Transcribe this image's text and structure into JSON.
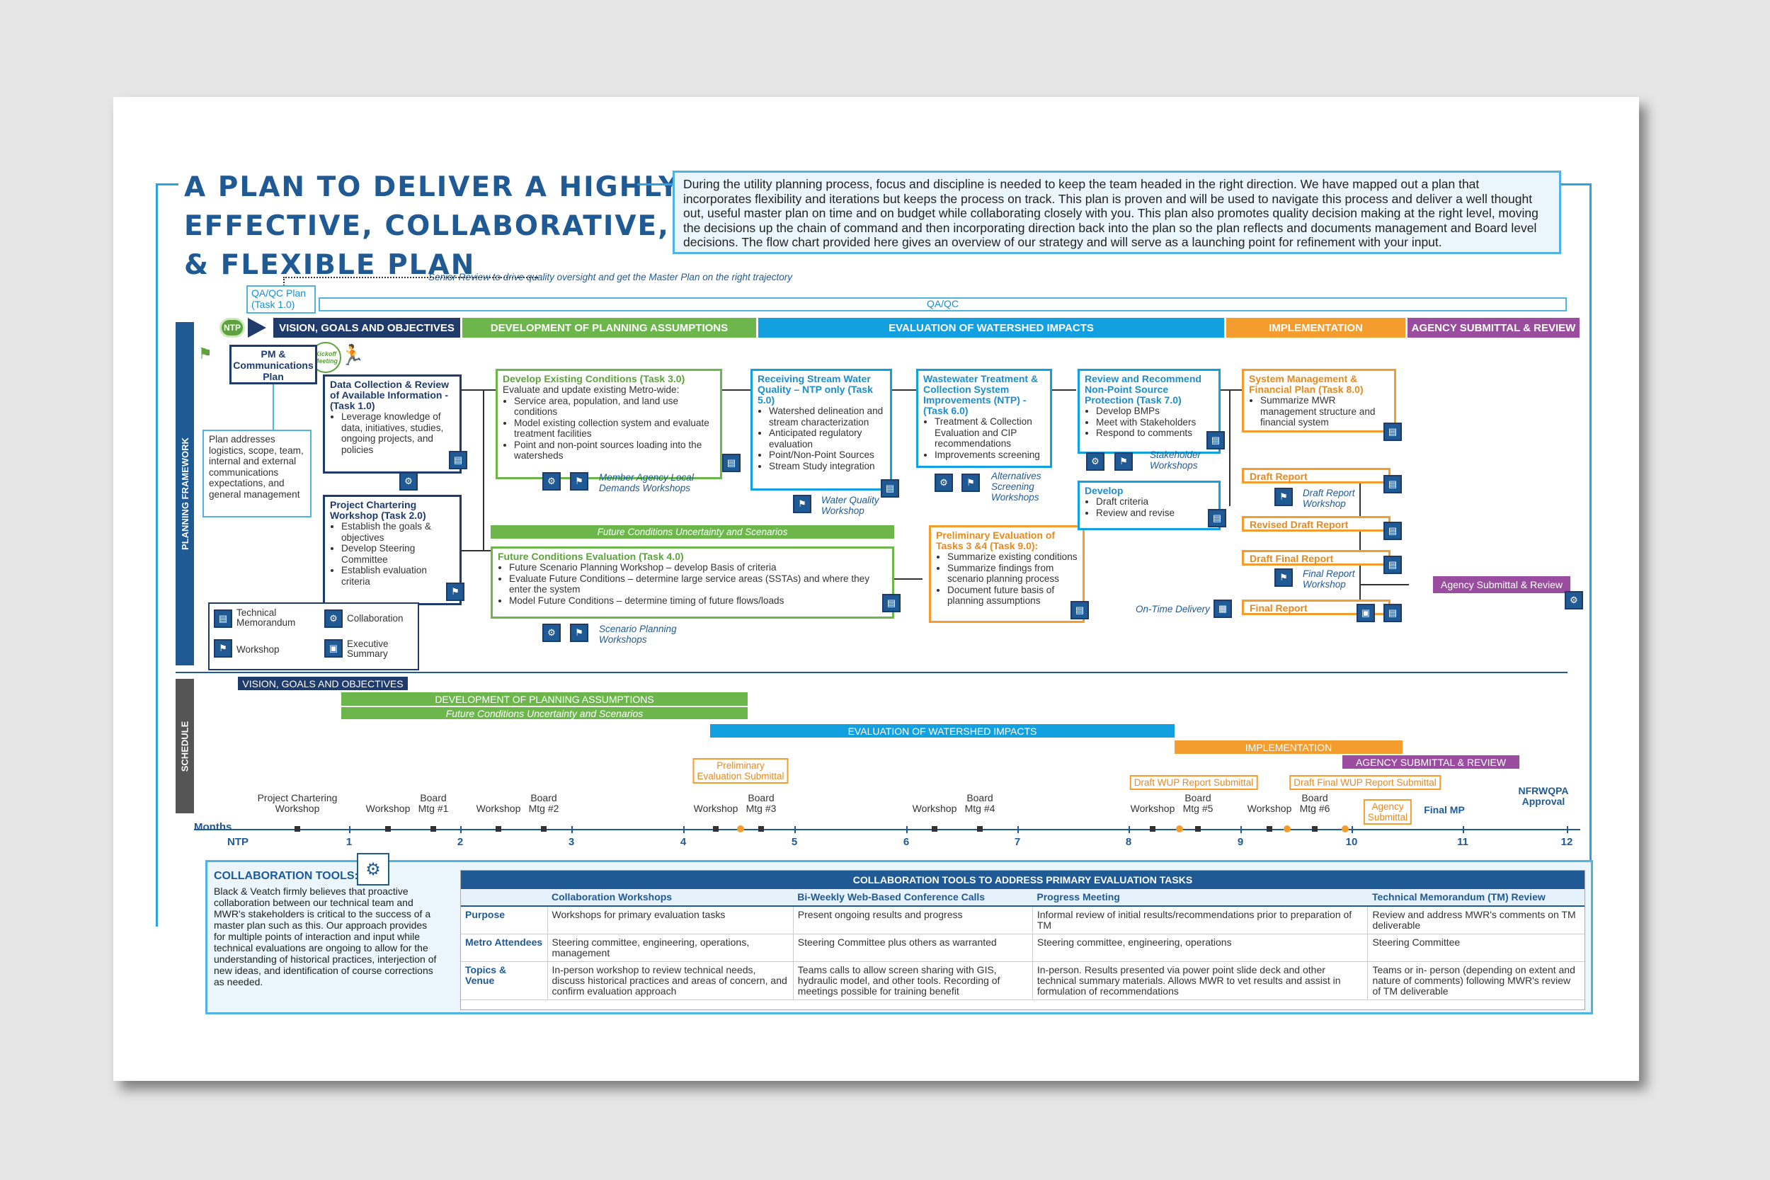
{
  "title": "A PLAN TO DELIVER A HIGHLY\nEFFECTIVE, COLLABORATIVE,\n& FLEXIBLE PLAN",
  "intro": "During the utility planning process, focus and discipline is needed to keep the team headed in the right direction. We have mapped out a plan that incorporates flexibility and iterations but keeps the process on track. This plan is proven and will be used to navigate this process and deliver a well thought out, useful master plan on time and on budget while collaborating closely with you. This plan also promotes quality decision making at the right level, moving the decisions up the chain of command and then incorporating direction back into the plan so the plan reflects and documents management and Board level decisions. The flow chart provided here gives an overview of our strategy and will serve as a launching point for refinement with your input.",
  "senior_review": "Senior Review to drive quality oversight and get the Master Plan on the right trajectory",
  "qaqc_plan": "QA/QC Plan\n(Task 1.0)",
  "qaqc_band": "QA/QC",
  "ntp": "NTP",
  "kickoff": "Kickoff\nMeeting",
  "phases": {
    "vision": "VISION, GOALS AND OBJECTIVES",
    "development": "DEVELOPMENT OF PLANNING ASSUMPTIONS",
    "evaluation": "EVALUATION OF WATERSHED IMPACTS",
    "implementation": "IMPLEMENTATION",
    "agency": "AGENCY SUBMITTAL & REVIEW"
  },
  "side_labels": {
    "planning": "PLANNING FRAMEWORK",
    "schedule": "SCHEDULE"
  },
  "pm_plan": "PM &\nCommunications\nPlan",
  "pm_note": "Plan addresses logistics, scope, team, internal and external communications expectations, and general management",
  "task1": {
    "title": "Data Collection & Review of Available Information - (Task 1.0)",
    "items": [
      "Leverage knowledge of data, initiatives, studies, ongoing projects, and policies"
    ]
  },
  "task2": {
    "title": "Project Chartering Workshop (Task 2.0)",
    "items": [
      "Establish the goals & objectives",
      "Develop Steering Committee",
      "Establish evaluation criteria"
    ]
  },
  "legend": {
    "tm": "Technical\nMemorandum",
    "collab": "Collaboration",
    "workshop": "Workshop",
    "exec": "Executive\nSummary"
  },
  "task3": {
    "title": "Develop Existing Conditions (Task 3.0)",
    "intro": "Evaluate and update existing Metro-wide:",
    "items": [
      "Service area, population, and land use conditions",
      "Model existing collection system and evaluate treatment facilities",
      "Point and non-point sources loading into the watersheds"
    ]
  },
  "member_ws": "Member Agency Local\nDemands Workshops",
  "future_band": "Future Conditions Uncertainty and Scenarios",
  "task4": {
    "title": "Future Conditions Evaluation (Task 4.0)",
    "items": [
      "Future Scenario Planning Workshop – develop Basis of criteria",
      "Evaluate Future Conditions – determine large service areas (SSTAs) and where they enter the system",
      "Model Future  Conditions – determine timing of future flows/loads"
    ]
  },
  "scenario_ws": "Scenario Planning\nWorkshops",
  "task5": {
    "title": "Receiving Stream Water Quality – NTP only (Task 5.0)",
    "items": [
      "Watershed delineation and stream characterization",
      "Anticipated regulatory evaluation",
      "Point/Non-Point Sources",
      "Stream Study integration"
    ]
  },
  "wq_ws": "Water Quality\nWorkshop",
  "task6": {
    "title": "Wastewater Treatment & Collection System Improvements (NTP) - (Task 6.0)",
    "items": [
      "Treatment & Collection Evaluation and CIP recommendations",
      "Improvements screening"
    ]
  },
  "alt_ws": "Alternatives\nScreening\nWorkshops",
  "task9": {
    "title": "Preliminary Evaluation of Tasks 3 &4 (Task 9.0):",
    "items": [
      "Summarize existing conditions",
      "Summarize findings from scenario planning process",
      "Document future basis of planning assumptions"
    ]
  },
  "task7": {
    "title": "Review and Recommend Non-Point Source Protection (Task 7.0)",
    "items": [
      "Develop BMPs",
      "Meet with Stakeholders",
      "Respond to comments"
    ]
  },
  "stake_ws": "Stakeholder\nWorkshops",
  "develop": {
    "title": "Develop",
    "items": [
      "Draft criteria",
      "Review and revise"
    ]
  },
  "task8": {
    "title": "System Management & Financial Plan (Task 8.0)",
    "items": [
      "Summarize MWR management structure and financial system"
    ]
  },
  "draft_report": "Draft Report",
  "draft_ws": "Draft Report\nWorkshop",
  "revised_report": "Revised Draft Report",
  "draft_final": "Draft Final Report",
  "final_ws": "Final Report\nWorkshop",
  "final_report": "Final Report",
  "ontime": "On-Time Delivery",
  "agency_box": "Agency Submittal & Review",
  "schedule": {
    "vision": "VISION, GOALS AND OBJECTIVES",
    "development": "DEVELOPMENT OF PLANNING ASSUMPTIONS",
    "future": "Future Conditions Uncertainty and Scenarios",
    "evaluation": "EVALUATION OF WATERSHED IMPACTS",
    "implementation": "IMPLEMENTATION",
    "agency": "AGENCY SUBMITTAL & REVIEW",
    "months_label": "Months",
    "ntp": "NTP",
    "months": [
      "1",
      "2",
      "3",
      "4",
      "5",
      "6",
      "7",
      "8",
      "9",
      "10",
      "11",
      "12"
    ],
    "events": {
      "chartering": "Project Chartering\nWorkshop",
      "ws1": "Workshop",
      "b1": "Board\nMtg #1",
      "ws2": "Workshop",
      "b2": "Board\nMtg #2",
      "ws3": "Workshop",
      "b3": "Board\nMtg #3",
      "ws4": "Workshop",
      "b4": "Board\nMtg #4",
      "ws5": "Workshop",
      "b5": "Board\nMtg #5",
      "ws6": "Workshop",
      "b6": "Board\nMtg #6",
      "prelim": "Preliminary\nEvaluation Submittal",
      "draft_wup": "Draft WUP Report Submittal",
      "draft_final_wup": "Draft Final WUP Report Submittal",
      "agency": "Agency\nSubmittal",
      "final_mp": "Final MP",
      "approval": "NFRWQPA\nApproval"
    }
  },
  "collab_tools": {
    "title": "COLLABORATION TOOLS:",
    "text": "Black & Veatch firmly believes that proactive collaboration between our technical team and MWR's stakeholders is critical to the success of a master plan such as this. Our approach provides for multiple points of interaction and input while technical evaluations are ongoing to allow for the understanding of historical practices, interjection of new ideas, and identification of course corrections as needed."
  },
  "table": {
    "title": "COLLABORATION TOOLS TO ADDRESS PRIMARY EVALUATION TASKS",
    "headers": [
      "",
      "Collaboration Workshops",
      "Bi-Weekly Web-Based Conference Calls",
      "Progress Meeting",
      "Technical Memorandum (TM) Review"
    ],
    "rows": [
      [
        "Purpose",
        "Workshops for primary evaluation tasks",
        "Present ongoing results and progress",
        "Informal review of initial results/recommendations prior to preparation of TM",
        "Review and address MWR's comments on TM deliverable"
      ],
      [
        "Metro Attendees",
        "Steering committee, engineering, operations, management",
        "Steering Committee plus others as warranted",
        "Steering committee, engineering, operations",
        "Steering Committee"
      ],
      [
        "Topics &\nVenue",
        "In-person workshop to review technical needs, discuss historical practices and areas of concern, and confirm evaluation approach",
        "Teams calls to allow screen sharing with GIS, hydraulic model, and other tools. Recording of meetings possible for training benefit",
        "In-person. Results presented via power point slide deck and other technical summary materials. Allows MWR to vet results and assist in formulation of recommendations",
        "Teams or in- person (depending on extent and nature of comments) following MWR's review of TM deliverable"
      ]
    ]
  },
  "colors": {
    "navy": "#1f3b6b",
    "green": "#6cb64b",
    "cyan": "#13a0e0",
    "orange": "#f59c2e",
    "purple": "#9a4d9e"
  }
}
